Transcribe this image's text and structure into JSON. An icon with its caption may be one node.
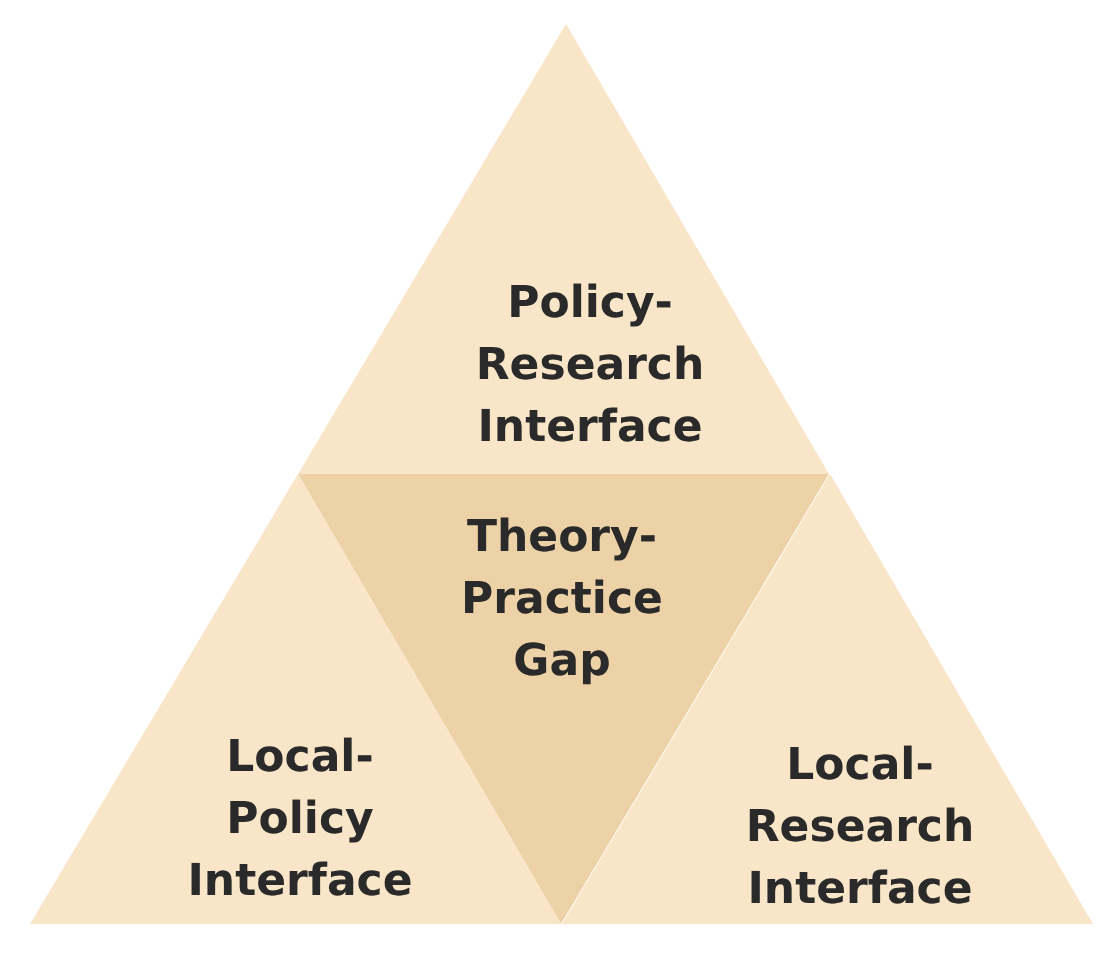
{
  "diagram": {
    "nodes": [
      {
        "text": [
          "Policy- Research Interface"
        ]
      },
      {
        "text": [
          "Theory- Practice Gap"
        ]
      },
      {
        "text": [
          "Local- Policy Interface"
        ]
      },
      {
        "text": [
          "Local- Research Interface"
        ]
      }
    ]
  }
}
